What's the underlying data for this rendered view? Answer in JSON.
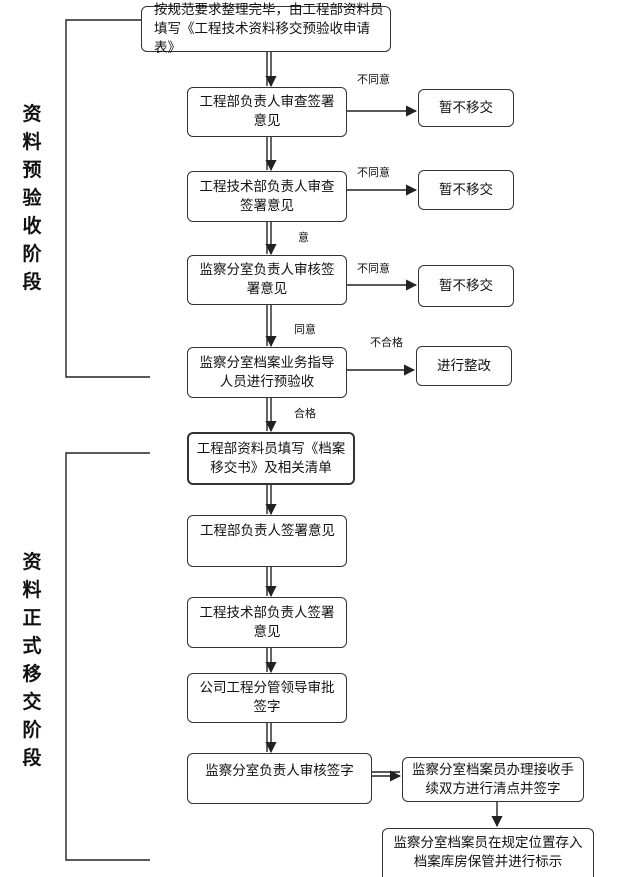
{
  "stages": {
    "preview": "资料预验收阶段",
    "formal": "资料正式移交阶段"
  },
  "nodes": {
    "start": "按规范要求整理完毕，由工程部资料员填写《工程技术资料移交预验收申请表》",
    "eng_mgr_review": "工程部负责人审查签署意见",
    "tech_mgr_review": "工程技术部负责人审查签署意见",
    "supervision_review": "监察分室负责人审核签署意见",
    "archive_guide_precheck": "监察分室档案业务指导人员进行预验收",
    "reject_1": "暂不移交",
    "reject_2": "暂不移交",
    "reject_3": "暂不移交",
    "rectify": "进行整改",
    "fill_transfer": "工程部资料员填写《档案移交书》及相关清单",
    "eng_mgr_sign": "工程部负责人签署意见",
    "tech_mgr_sign": "工程技术部负责人签署意见",
    "company_leader": "公司工程分管领导审批签字",
    "supervision_sign": "监察分室负责人审核签字",
    "handover": "监察分室档案员办理接收手续双方进行清点并签字",
    "storage": "监察分室档案员在规定位置存入档案库房保管并进行标示"
  },
  "edge_labels": {
    "disagree_1": "不同意",
    "disagree_2": "不同意",
    "disagree_3": "不同意",
    "agree_partial": "意",
    "agree": "同意",
    "fail": "不合格",
    "pass": "合格"
  }
}
